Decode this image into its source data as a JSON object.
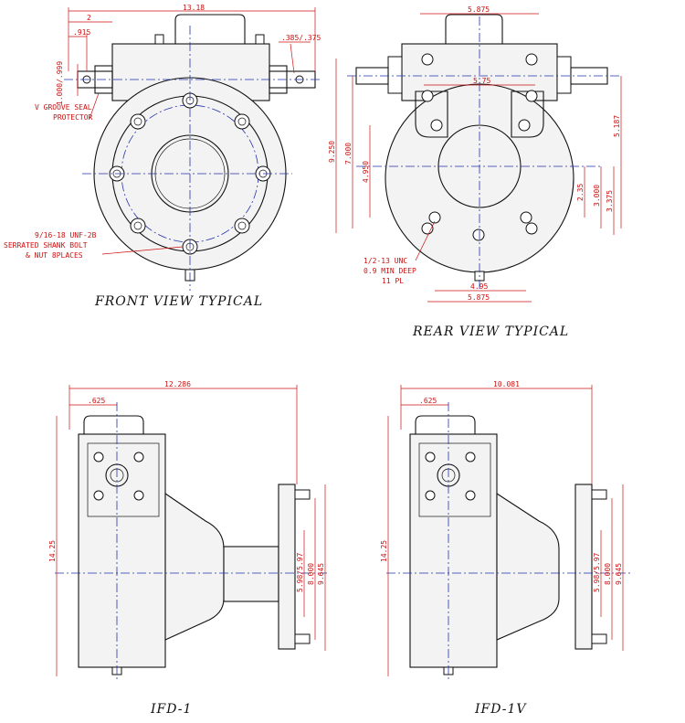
{
  "captions": {
    "front": "FRONT VIEW TYPICAL",
    "rear": "REAR VIEW TYPICAL",
    "ifd1": "IFD-1",
    "ifd1v": "IFD-1V"
  },
  "front_view": {
    "dims": {
      "overall_width": "13.18",
      "offset": "2",
      "shaft_915": ".915",
      "keyway": ".385/.375",
      "shaft_dia": "1.000/.999"
    },
    "notes": {
      "seal_line1": "V GROOVE SEAL",
      "seal_line2": "PROTECTOR",
      "bolt_line1": "9/16-18 UNF-2B",
      "bolt_line2": "SERRATED SHANK BOLT",
      "bolt_line3": "& NUT 8PLACES"
    }
  },
  "rear_view": {
    "dims": {
      "top_5875": "5.875",
      "mid_575": "5.75",
      "height_925": "9.250",
      "height_700": "7.000",
      "height_495": "4.950",
      "right_5187": "5.187",
      "right_235": "2.35",
      "right_3000": "3.000",
      "right_3375": "3.375",
      "bottom_495": "4.95",
      "bottom_5875": "5.875"
    },
    "notes": {
      "tap_line1": "1/2-13 UNC",
      "tap_line2": "0.9 MIN DEEP",
      "tap_line3": "11 PL"
    }
  },
  "ifd1": {
    "dims": {
      "overall": "12.286",
      "offset": ".625",
      "height": "14.25",
      "pilot": "5.98/5.97",
      "bc": "8.000",
      "od": "9.645"
    }
  },
  "ifd1v": {
    "dims": {
      "overall": "10.081",
      "offset": ".625",
      "height": "14.25",
      "pilot": "5.98/5.97",
      "bc": "8.000",
      "od": "9.645"
    }
  },
  "colors": {
    "dimension": "#cc1111",
    "centerline": "#2233aa",
    "outline": "#111111"
  }
}
